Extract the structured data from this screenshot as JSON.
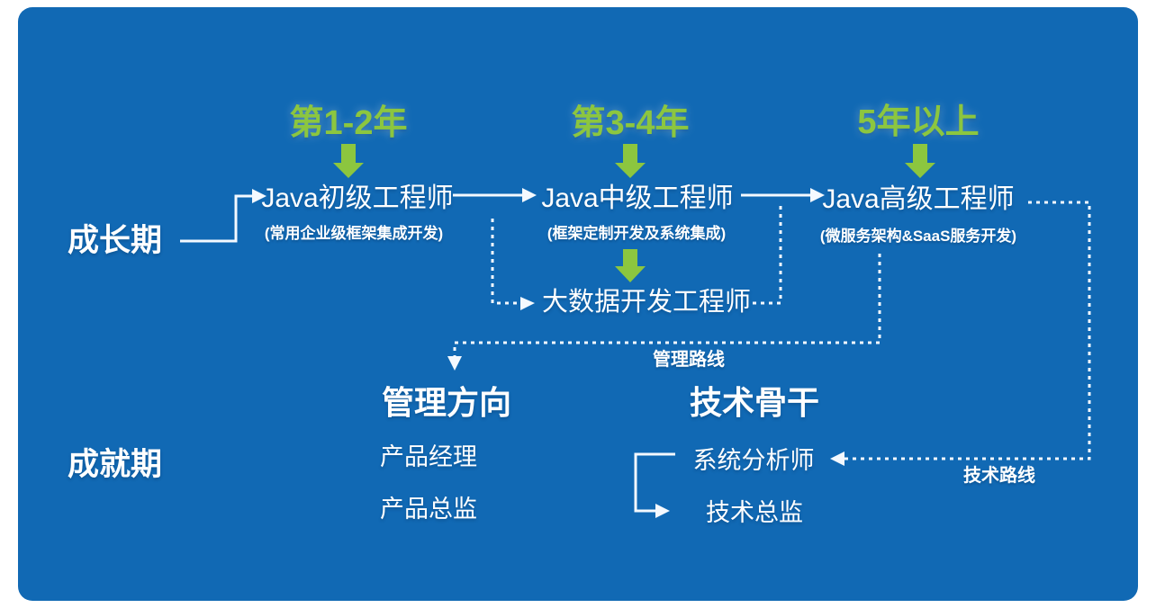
{
  "colors": {
    "panel_blue": "#1169b4",
    "accent_green": "#8cc63f",
    "line_white": "#f4f9ff",
    "text_white": "#ffffff"
  },
  "stages": {
    "growth": "成长期",
    "achievement": "成就期"
  },
  "timeline": [
    {
      "years": "第1-2年",
      "role": "Java初级工程师",
      "detail": "(常用企业级框架集成开发)"
    },
    {
      "years": "第3-4年",
      "role": "Java中级工程师",
      "detail": "(框架定制开发及系统集成)"
    },
    {
      "years": "5年以上",
      "role": "Java高级工程师",
      "detail": "(微服务架构&SaaS服务开发)"
    }
  ],
  "branch_role": "大数据开发工程师",
  "routes": {
    "management": "管理路线",
    "technical": "技术路线"
  },
  "tracks": {
    "management": {
      "title": "管理方向",
      "items": [
        "产品经理",
        "产品总监"
      ]
    },
    "technical": {
      "title": "技术骨干",
      "items": [
        "系统分析师",
        "技术总监"
      ]
    }
  },
  "icons": {
    "down_arrow": "green-down-arrow-icon"
  }
}
